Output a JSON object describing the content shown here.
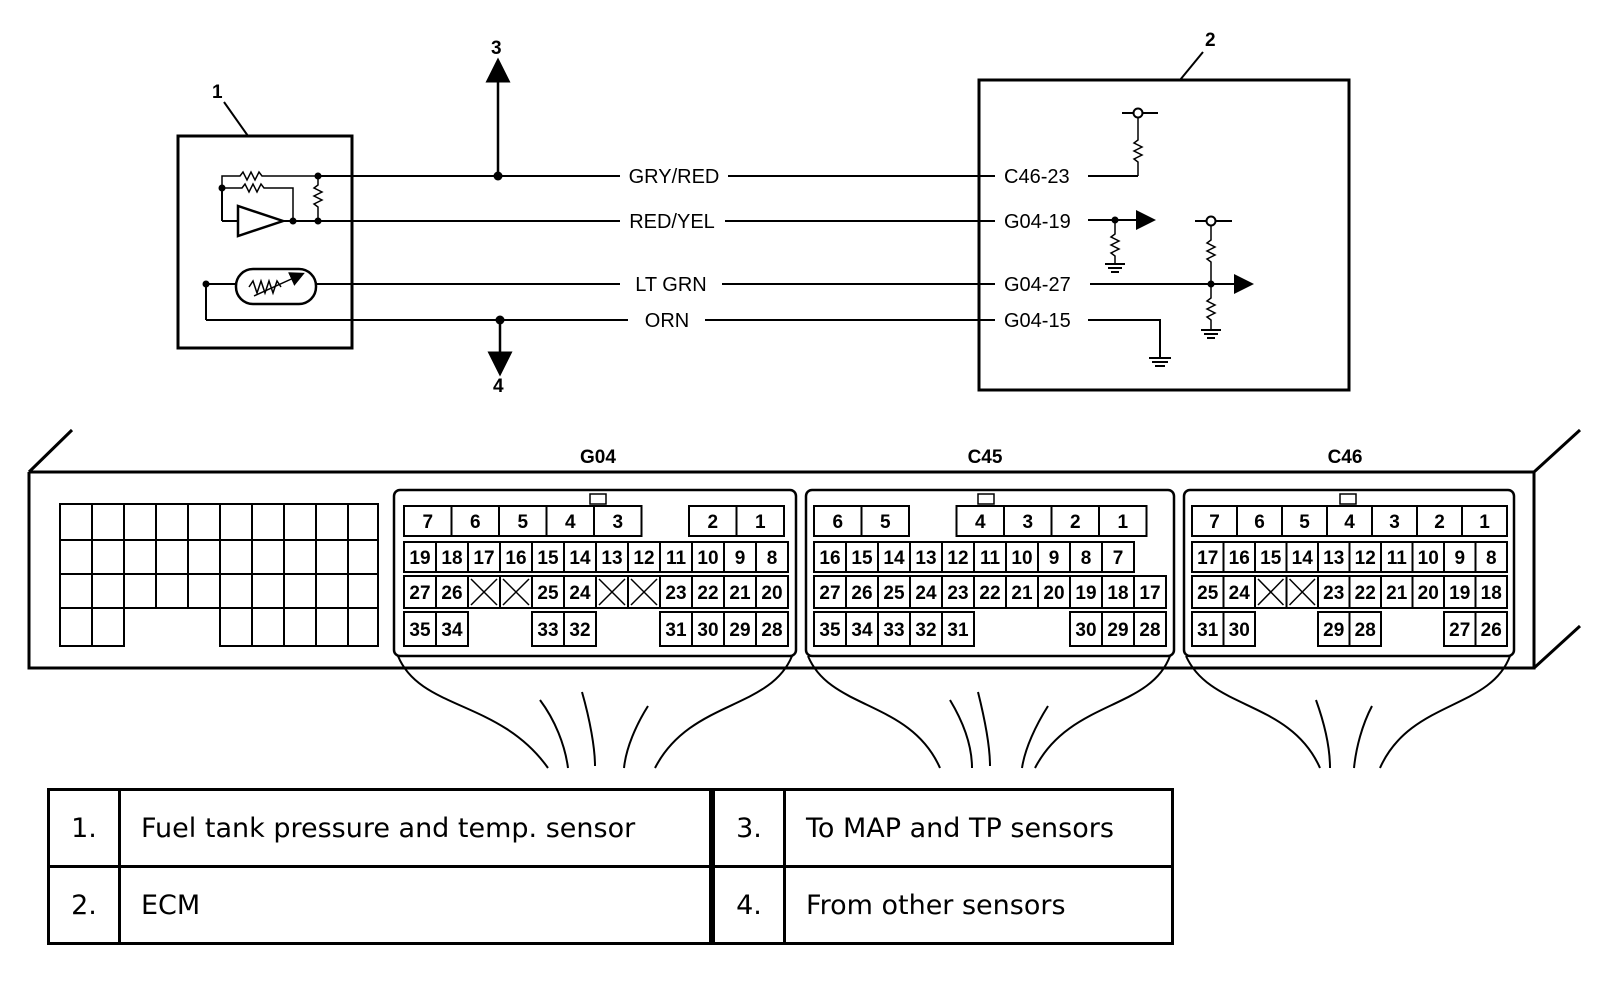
{
  "callouts": {
    "sensor": "1",
    "ecm": "2",
    "to_map_tp": "3",
    "from_other": "4"
  },
  "wires": [
    {
      "color": "GRY/RED",
      "terminal": "C46-23"
    },
    {
      "color": "RED/YEL",
      "terminal": "G04-19"
    },
    {
      "color": "LT GRN",
      "terminal": "G04-27"
    },
    {
      "color": "ORN",
      "terminal": "G04-15"
    }
  ],
  "connectors": {
    "g04": {
      "name": "G04",
      "row1": [
        "7",
        "6",
        "5",
        "4",
        "3",
        "",
        "2",
        "1"
      ],
      "row2": [
        "19",
        "18",
        "17",
        "16",
        "15",
        "14",
        "13",
        "12",
        "11",
        "10",
        "9",
        "8"
      ],
      "row3": [
        "27",
        "26",
        "X",
        "X",
        "25",
        "24",
        "X",
        "X",
        "23",
        "22",
        "21",
        "20"
      ],
      "row4": [
        "35",
        "34",
        "",
        "",
        "33",
        "32",
        "",
        "",
        "31",
        "30",
        "29",
        "28"
      ]
    },
    "c45": {
      "name": "C45",
      "row1": [
        "6",
        "5",
        "",
        "4",
        "3",
        "2",
        "1"
      ],
      "row2": [
        "16",
        "15",
        "14",
        "13",
        "12",
        "11",
        "10",
        "9",
        "8",
        "7"
      ],
      "row3": [
        "27",
        "26",
        "25",
        "24",
        "23",
        "22",
        "21",
        "20",
        "19",
        "18",
        "17"
      ],
      "row4": [
        "35",
        "34",
        "33",
        "32",
        "31",
        "",
        "",
        "",
        "30",
        "29",
        "28"
      ]
    },
    "c46": {
      "name": "C46",
      "row1": [
        "7",
        "6",
        "5",
        "4",
        "3",
        "2",
        "1"
      ],
      "row2": [
        "17",
        "16",
        "15",
        "14",
        "13",
        "12",
        "11",
        "10",
        "9",
        "8"
      ],
      "row3": [
        "25",
        "24",
        "X",
        "X",
        "23",
        "22",
        "21",
        "20",
        "19",
        "18"
      ],
      "row4": [
        "31",
        "30",
        "",
        "",
        "29",
        "28",
        "",
        "",
        "27",
        "26"
      ]
    }
  },
  "legend": [
    {
      "num": "1.",
      "text": "Fuel tank pressure and temp. sensor",
      "num2": "3.",
      "text2": "To MAP and TP sensors"
    },
    {
      "num": "2.",
      "text": "ECM",
      "num2": "4.",
      "text2": "From other sensors"
    }
  ]
}
